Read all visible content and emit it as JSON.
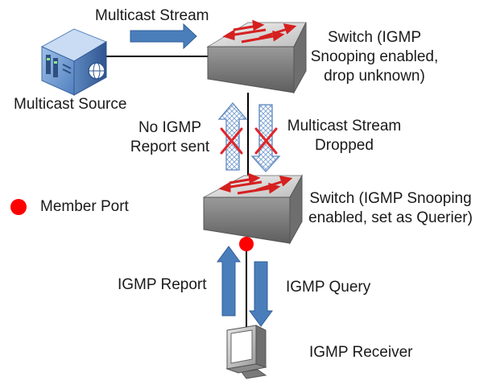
{
  "labels": {
    "multicast_stream_top": "Multicast Stream",
    "switch_top": [
      "Switch (IGMP",
      "Snooping enabled,",
      "drop unknown)"
    ],
    "multicast_source": "Multicast Source",
    "no_igmp_report": [
      "No IGMP",
      "Report sent"
    ],
    "multicast_stream_dropped": [
      "Multicast Stream",
      "Dropped"
    ],
    "member_port": "Member Port",
    "switch_bottom": [
      "Switch (IGMP Snooping",
      "enabled, set as Querier)"
    ],
    "igmp_report": "IGMP Report",
    "igmp_query": "IGMP Query",
    "igmp_receiver": "IGMP Receiver"
  },
  "colors": {
    "arrow_blue": "#4a7ebb",
    "member_port_red": "#ff0000",
    "blocked_x": "#e0262b",
    "line": "#000000"
  },
  "icons": {
    "source": "server-icon",
    "switch": "network-switch-icon",
    "receiver": "computer-monitor-icon"
  }
}
